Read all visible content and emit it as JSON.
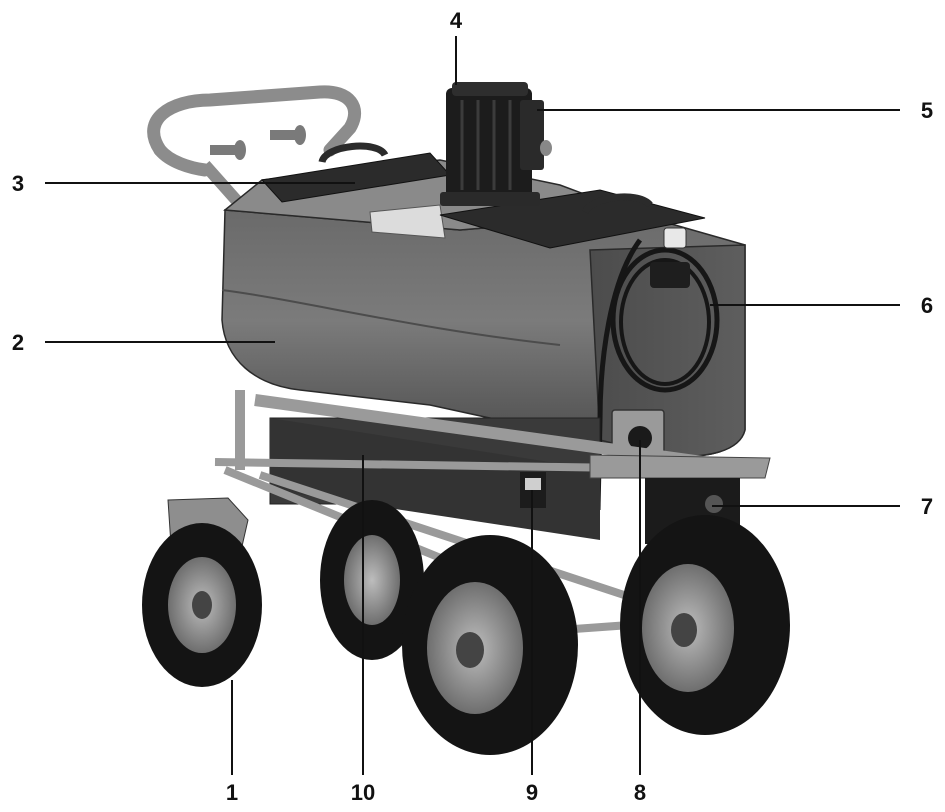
{
  "diagram": {
    "callouts": [
      {
        "id": "c1",
        "label": "1"
      },
      {
        "id": "c2",
        "label": "2"
      },
      {
        "id": "c3",
        "label": "3"
      },
      {
        "id": "c4",
        "label": "4"
      },
      {
        "id": "c5",
        "label": "5"
      },
      {
        "id": "c6",
        "label": "6"
      },
      {
        "id": "c7",
        "label": "7"
      },
      {
        "id": "c8",
        "label": "8"
      },
      {
        "id": "c9",
        "label": "9"
      },
      {
        "id": "c10",
        "label": "10"
      }
    ]
  },
  "colors": {
    "tank_light": "#7a7a7a",
    "tank_mid": "#5f5f5f",
    "tank_dark": "#3e3e3e",
    "lid": "#2b2b2b",
    "frame": "#9a9a9a",
    "tire": "#141414",
    "hub": "#8e8e8e",
    "leader_line": "#111111"
  }
}
